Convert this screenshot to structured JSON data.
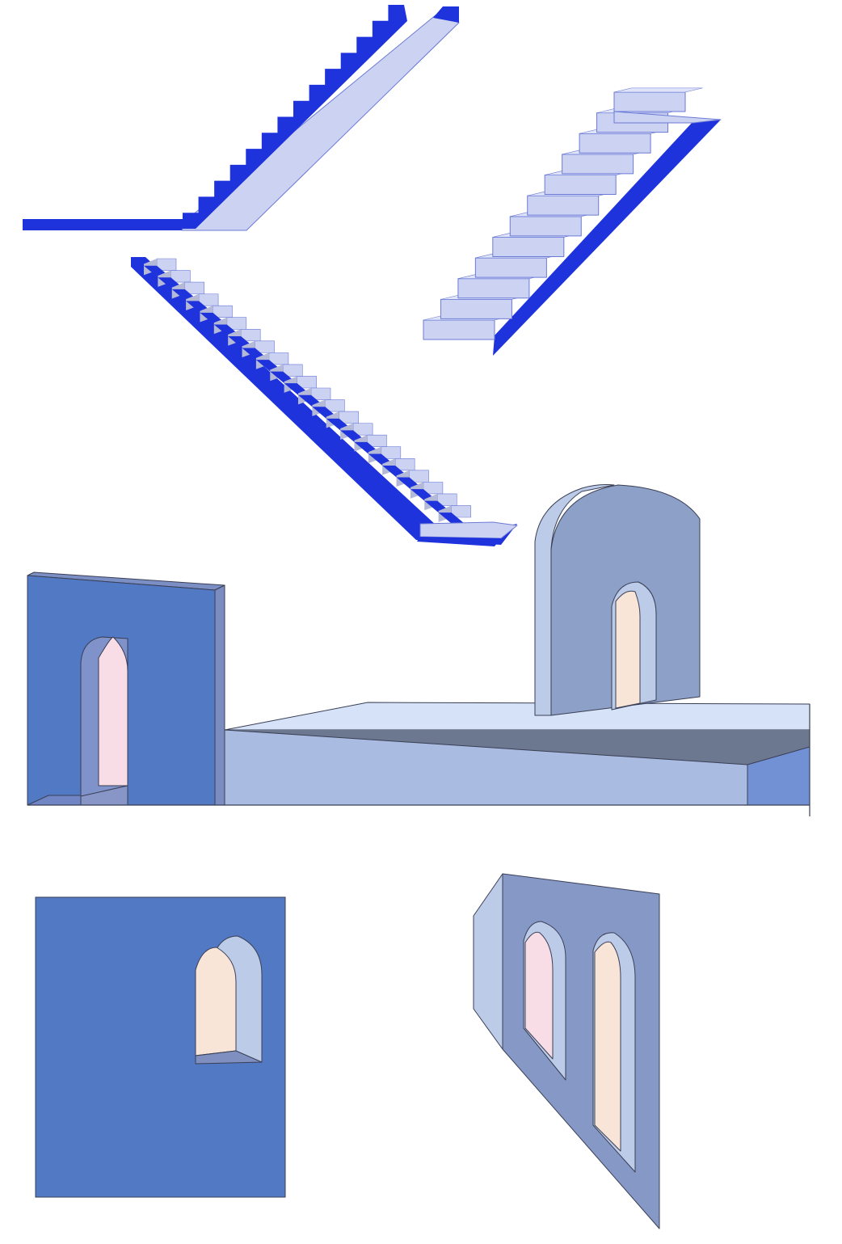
{
  "colors": {
    "stair_side": "#1f33dd",
    "stair_tread": "#ccd3f2",
    "stair_tread_dark": "#b3b9d6",
    "stair_edge": "#6b7ad6",
    "wall_blue": "#5279c4",
    "wall_blue_dark": "#4a6db3",
    "wall_mid": "#8da0c8",
    "wall_light": "#a9bbe0",
    "wall_lighter": "#bccbe7",
    "platform_top": "#d6e2f8",
    "shadow_band": "#6c7790",
    "side_face": "#7291d4",
    "window_pink": "#f8dde6",
    "window_peach": "#f9e4d8",
    "outline": "#3a3f55"
  },
  "scene": {
    "components": [
      "stair-flight-ascending-right",
      "stair-flight-front-view",
      "stair-flight-descending-with-landing",
      "wall-with-gothic-window",
      "platform-slab",
      "arched-doorway-block",
      "square-wall-with-arched-window",
      "perspective-wall-with-two-windows"
    ],
    "counts": {
      "stairs_top_left_steps": 14,
      "stairs_right_steps": 12,
      "stairs_middle_steps": 22,
      "twin_window_count": 2
    }
  }
}
